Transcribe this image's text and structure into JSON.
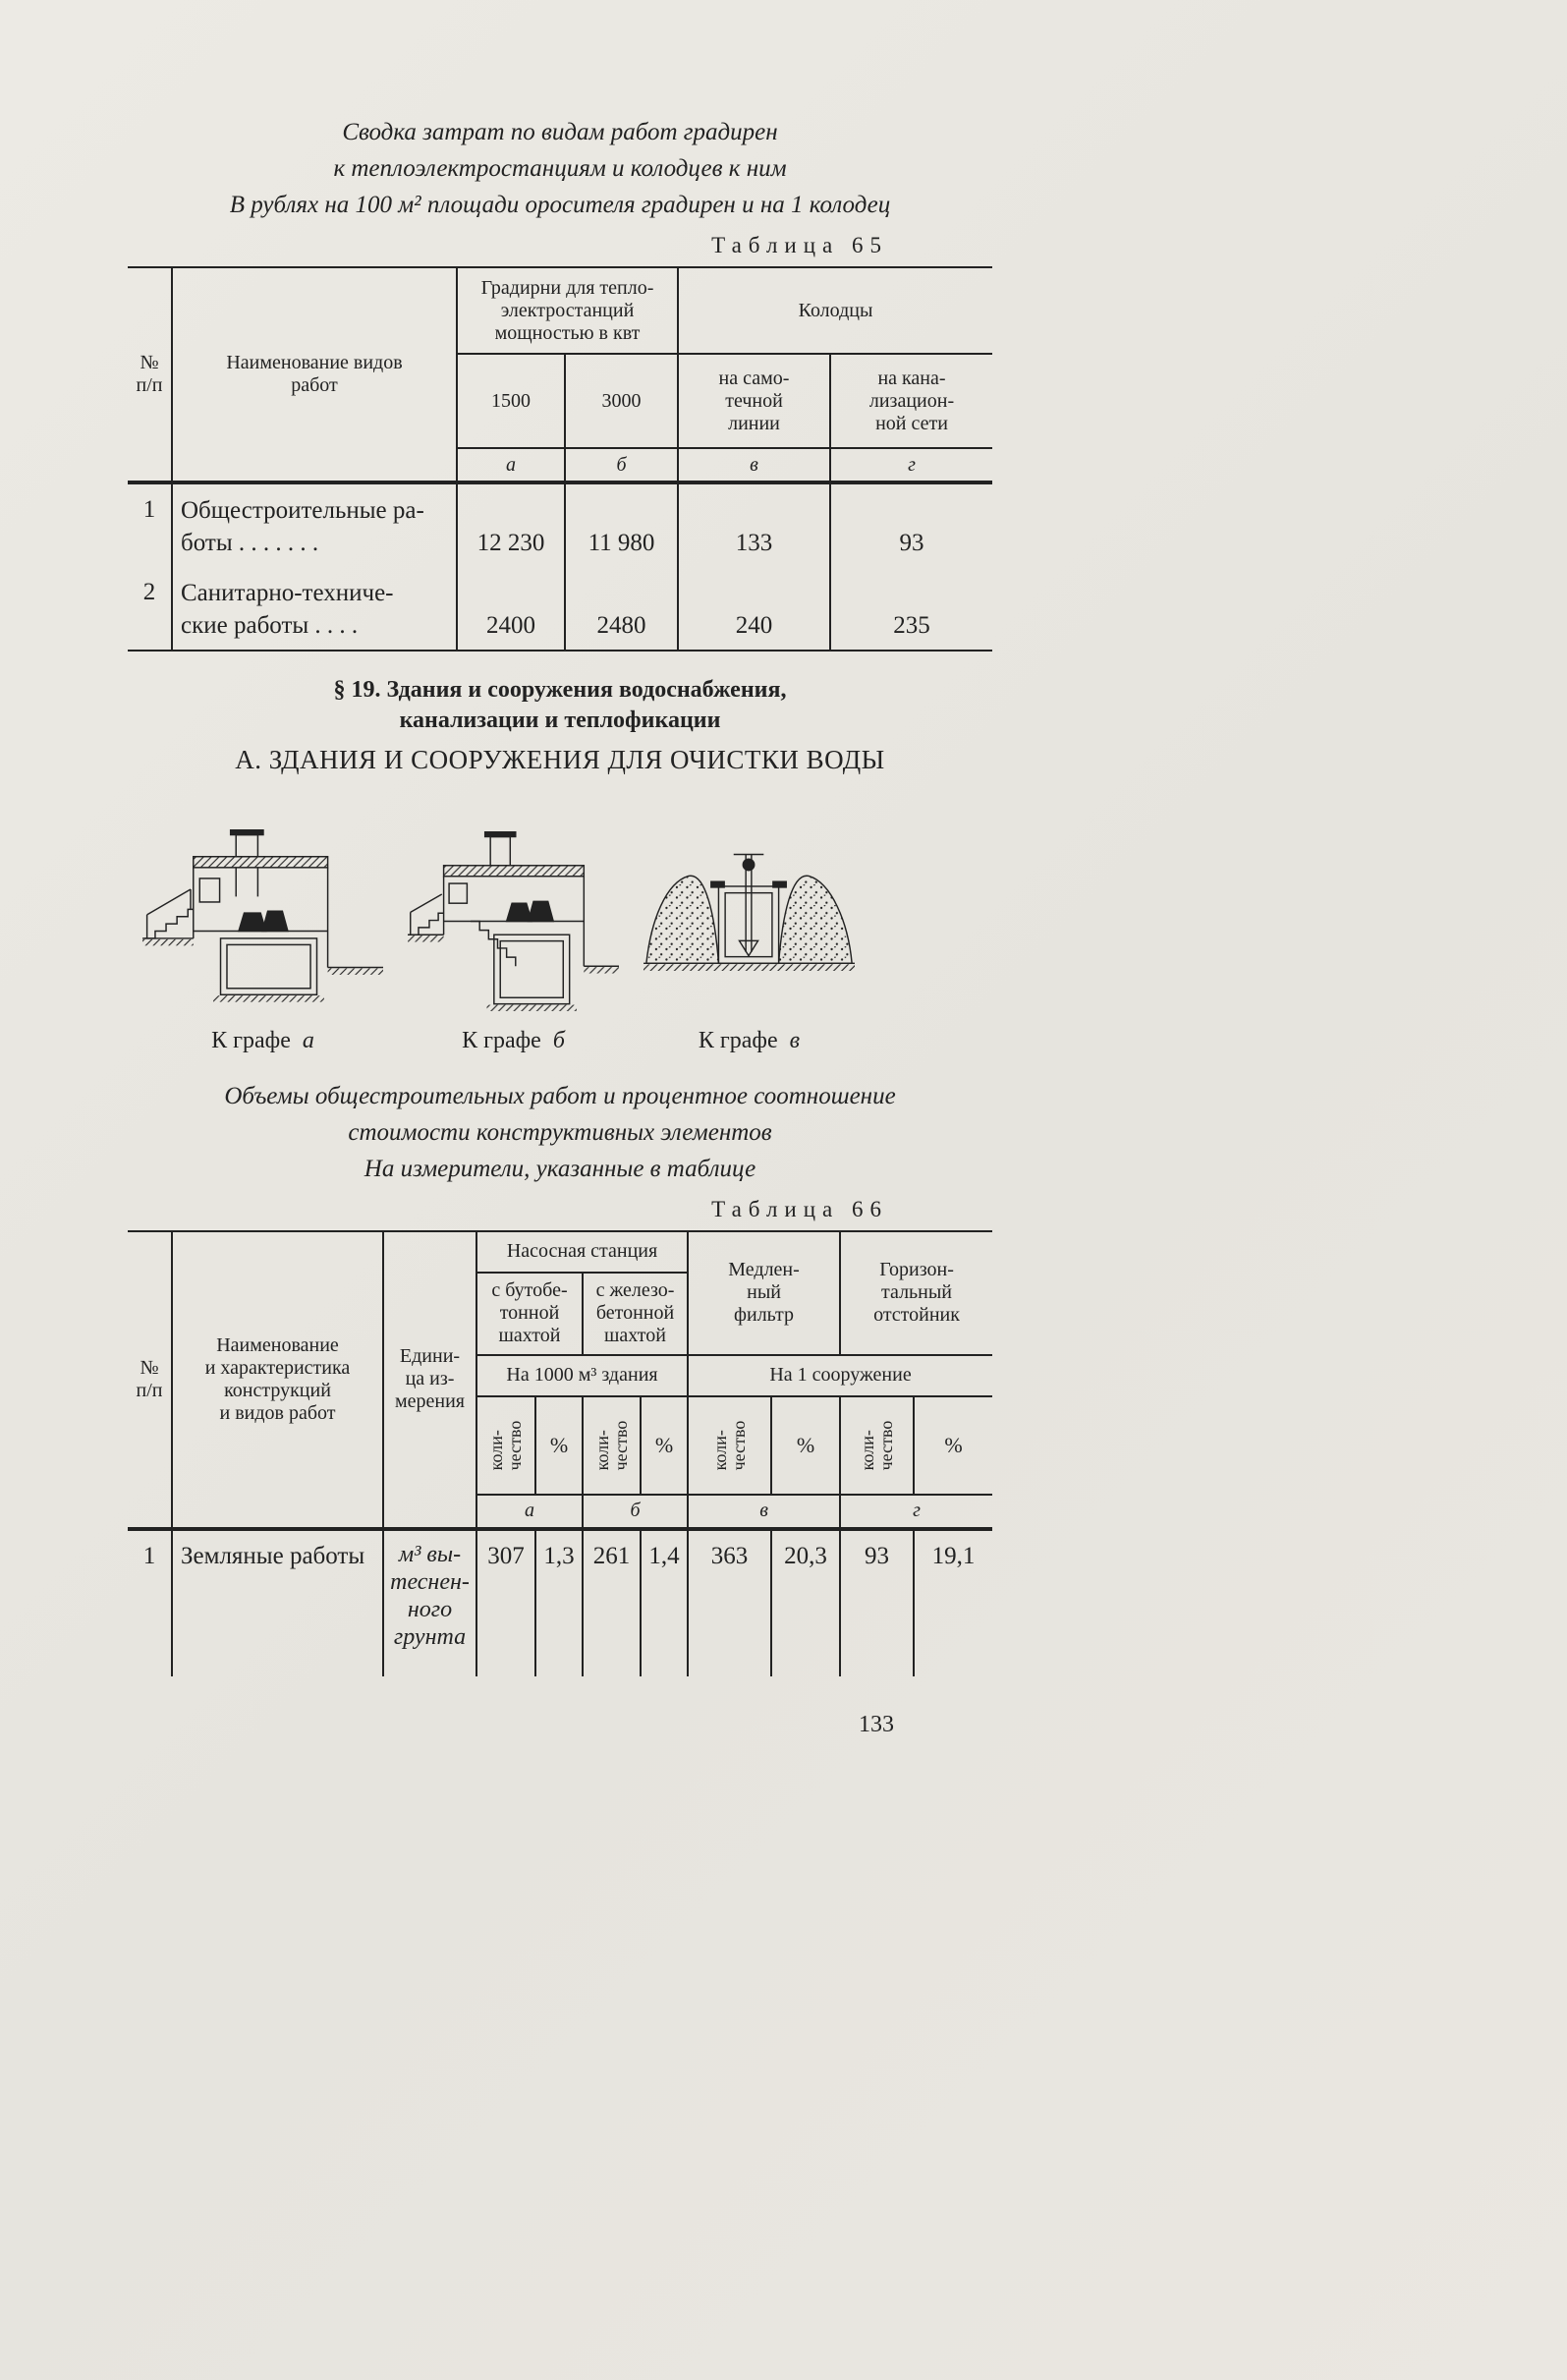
{
  "page": {
    "number": "133"
  },
  "intro": {
    "title_lines": [
      "Сводка затрат по видам работ градирен",
      "к теплоэлектростанциям и колодцев к ним",
      "В рублях на 100 м² площади оросителя градирен и на 1 колодец"
    ],
    "table_label": "Таблица 65"
  },
  "table65": {
    "col_npp_lines": [
      "№",
      "п/п"
    ],
    "col_name_lines": [
      "Наименование видов",
      "работ"
    ],
    "group_gradirni_lines": [
      "Градирни для тепло-",
      "электростанций",
      "мощностью в квт"
    ],
    "power_1500": "1500",
    "power_3000": "3000",
    "group_wells": "Колодцы",
    "well_gravity_lines": [
      "на само-",
      "течной",
      "линии"
    ],
    "well_sewer_lines": [
      "на кана-",
      "лизацион-",
      "ной сети"
    ],
    "letters": [
      "а",
      "б",
      "в",
      "г"
    ],
    "rows": [
      {
        "num": "1",
        "name_lines": [
          "Общестроительные ра-",
          "боты . . . . . . ."
        ],
        "values": [
          "12 230",
          "11 980",
          "133",
          "93"
        ]
      },
      {
        "num": "2",
        "name_lines": [
          "Санитарно-техниче-",
          "ские работы  . . . ."
        ],
        "values": [
          "2400",
          "2480",
          "240",
          "235"
        ]
      }
    ]
  },
  "section19": {
    "heading_lines": [
      "§ 19. Здания и сооружения водоснабжения,",
      "канализации и теплофикации"
    ],
    "subheading": "А. ЗДАНИЯ И СООРУЖЕНИЯ ДЛЯ ОЧИСТКИ ВОДЫ"
  },
  "figures": {
    "captions": [
      {
        "prefix": "К  графе",
        "letter": "а"
      },
      {
        "prefix": "К  графе",
        "letter": "б"
      },
      {
        "prefix": "К  графе",
        "letter": "в"
      }
    ]
  },
  "table66_intro": {
    "title_lines": [
      "Объемы общестроительных работ и процентное соотношение",
      "стоимости конструктивных элементов",
      "На измерители, указанные в таблице"
    ],
    "table_label": "Таблица 66"
  },
  "table66": {
    "col_npp_lines": [
      "№",
      "п/п"
    ],
    "col_name_lines": [
      "Наименование",
      "и характеристика",
      "конструкций",
      "и видов работ"
    ],
    "col_unit_lines": [
      "Едини-",
      "ца из-",
      "мерения"
    ],
    "group_pump_station": "Насосная станция",
    "pump_rubble_lines": [
      "с бутобе-",
      "тонной",
      "шахтой"
    ],
    "pump_concrete_lines": [
      "с железо-",
      "бетонной",
      "шахтой"
    ],
    "group_slow_filter_lines": [
      "Медлен-",
      "ный",
      "фильтр"
    ],
    "group_settler_lines": [
      "Горизон-",
      "тальный",
      "отстойник"
    ],
    "measure_pump": "На 1000 м³ здания",
    "measure_unit": "На 1 сооружение",
    "qty_lines": [
      "коли-",
      "чество"
    ],
    "pct": "%",
    "letters": [
      "а",
      "б",
      "в",
      "г"
    ],
    "rows": [
      {
        "num": "1",
        "name": "Земляные работы",
        "unit_lines": [
          "м³ вы-",
          "теснен-",
          "ного",
          "грунта"
        ],
        "values": [
          "307",
          "1,3",
          "261",
          "1,4",
          "363",
          "20,3",
          "93",
          "19,1"
        ]
      }
    ]
  }
}
